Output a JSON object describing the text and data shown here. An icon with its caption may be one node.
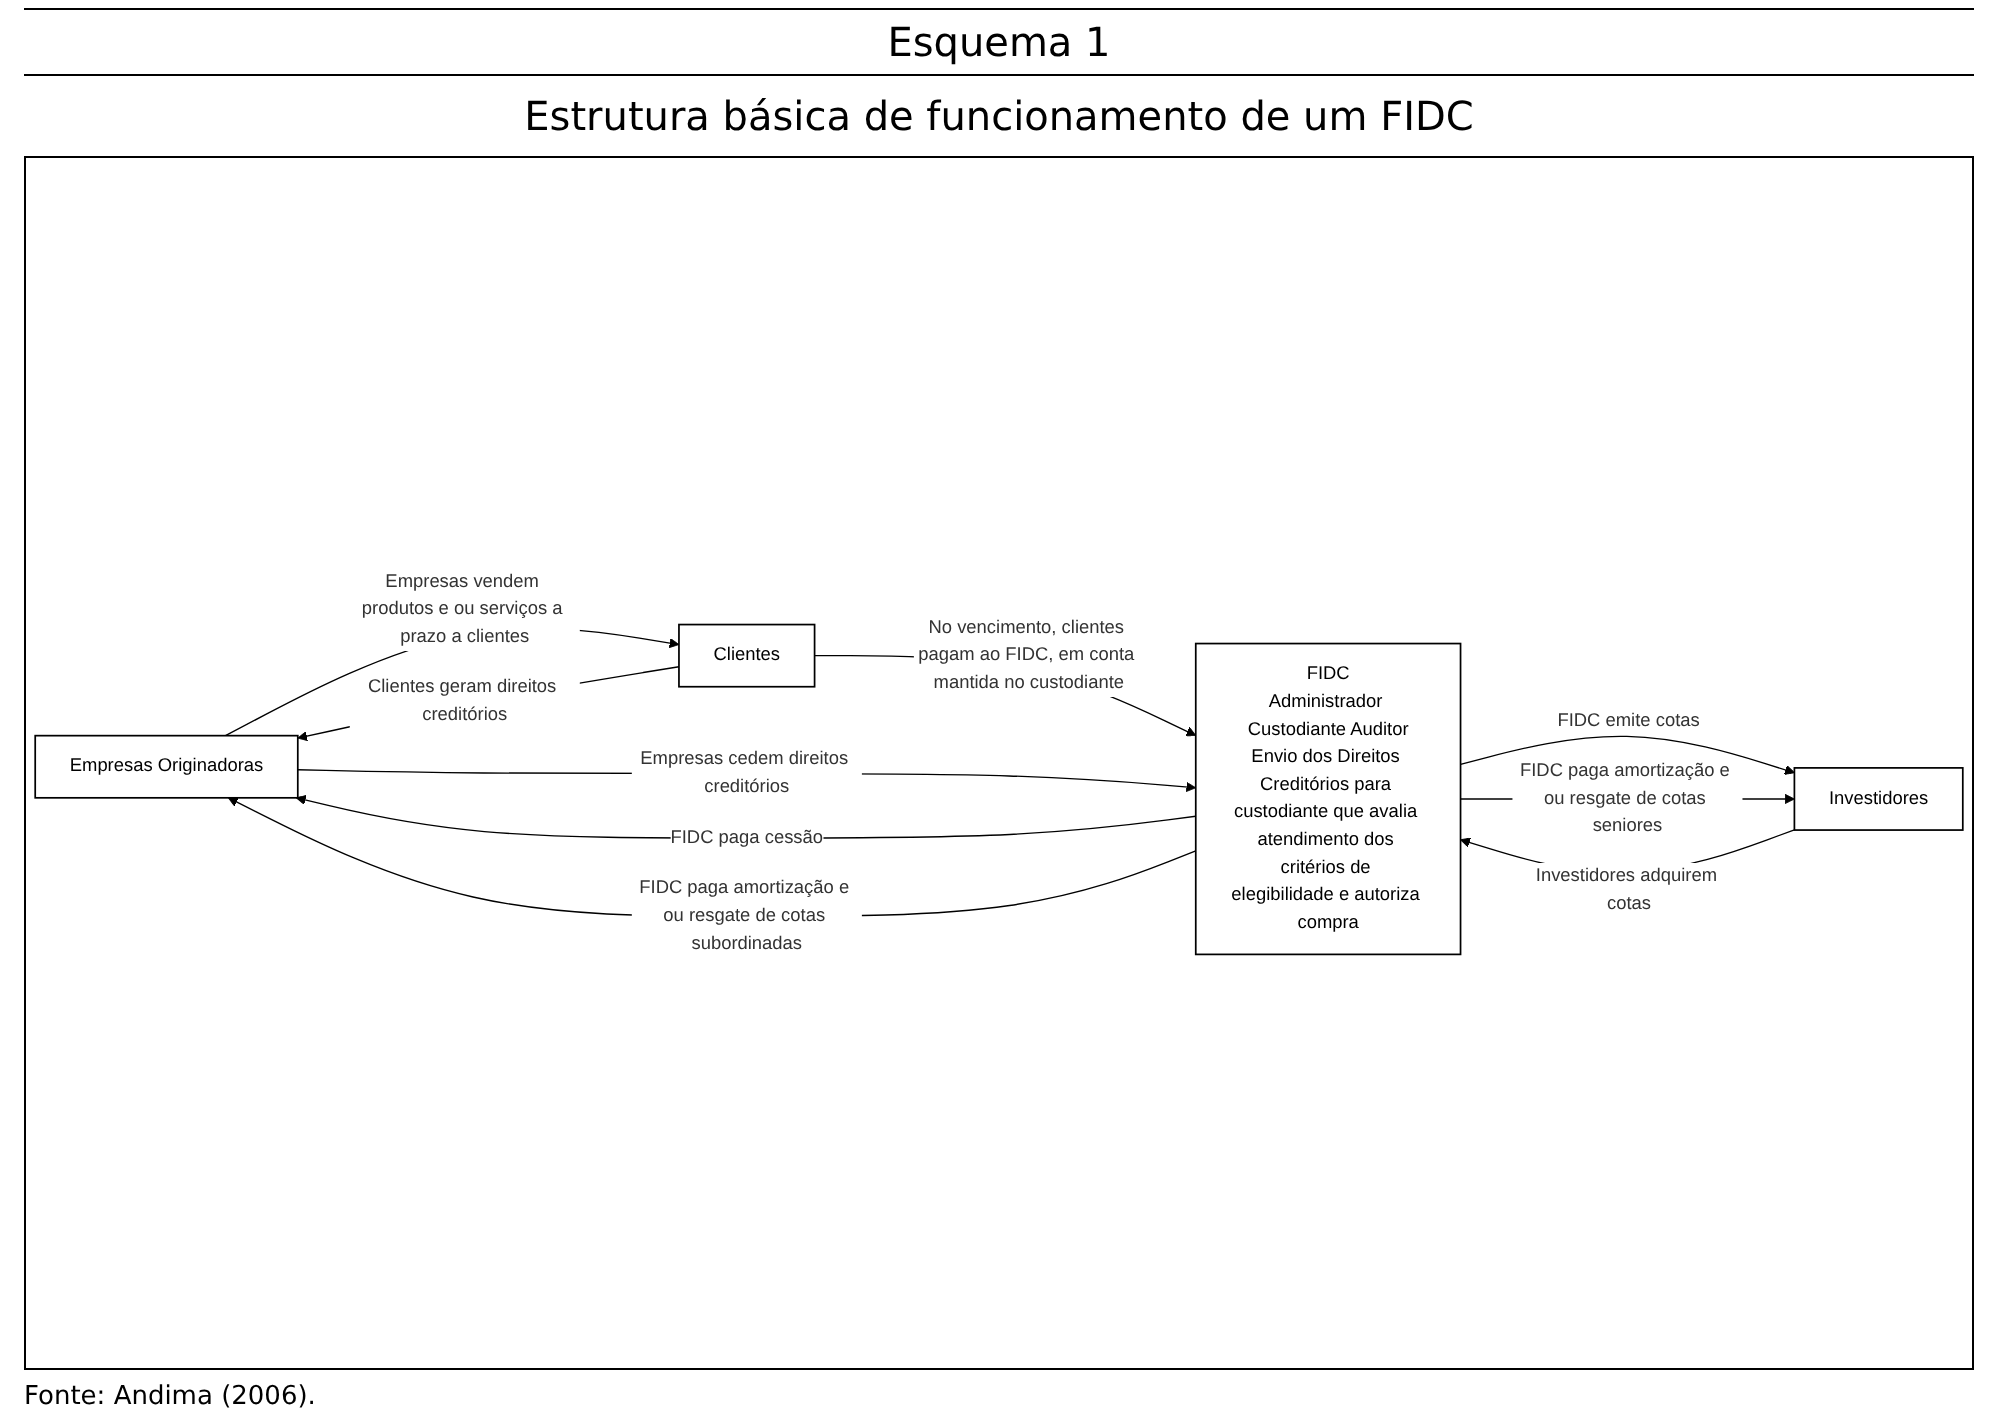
{
  "diagram": {
    "title": "Esquema 1",
    "caption": "Fonte: Andima (2006).",
    "labels": [
      "Estrutura básica de funcionamento de um FIDC"
    ],
    "nodes": [
      {
        "text": [
          "Empresas Originadoras"
        ]
      },
      {
        "text": [
          "Clientes"
        ]
      },
      {
        "text": [
          "FIDC",
          "Administrador Custodiante Auditor",
          "Envio dos Direitos Creditórios para custodiante que avalia atendimento dos critérios de elegibilidade e autoriza compra"
        ]
      },
      {
        "text": [
          "Investidores"
        ]
      }
    ],
    "edges": [
      {
        "from": 0,
        "to": 1,
        "arrow": "to",
        "label": "Empresas vendem produtos e ou serviços a prazo a clientes"
      },
      {
        "from": 1,
        "to": 0,
        "arrow": "to",
        "label": "Clientes geram direitos creditórios"
      },
      {
        "from": 1,
        "to": 2,
        "arrow": "to",
        "label": "No vencimento, clientes pagam ao FIDC, em conta mantida no custodiante"
      },
      {
        "from": 0,
        "to": 2,
        "arrow": "to",
        "label": "Empresas cedem direitos creditórios"
      },
      {
        "from": 2,
        "to": 0,
        "arrow": "to",
        "label": "FIDC paga cessão"
      },
      {
        "from": 2,
        "to": 0,
        "arrow": "to",
        "label": "FIDC paga amortização e ou resgate de cotas subordinadas"
      },
      {
        "from": 2,
        "to": 3,
        "arrow": "to",
        "label": "FIDC emite cotas"
      },
      {
        "from": 3,
        "to": 2,
        "arrow": "to",
        "label": "Investidores adquirem cotas"
      },
      {
        "from": 2,
        "to": 3,
        "arrow": "to",
        "label": "FIDC paga amortização e ou resgate de cotas seniores"
      }
    ]
  }
}
